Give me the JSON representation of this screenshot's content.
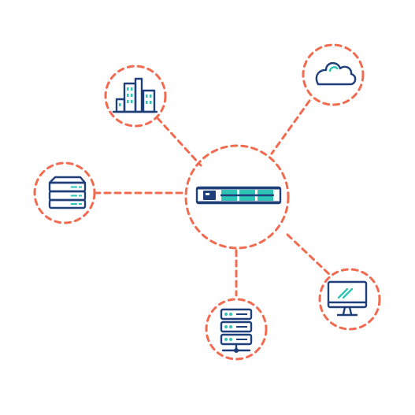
{
  "diagram": {
    "colors": {
      "connector": "#f26a4f",
      "icon_outline": "#1e3f7a",
      "icon_accent": "#2ec4b6",
      "background": "#ffffff"
    },
    "hub": {
      "icon": "rack-server-appliance-icon"
    },
    "nodes": [
      {
        "id": "office",
        "icon": "office-buildings-icon"
      },
      {
        "id": "cloud",
        "icon": "cloud-icon"
      },
      {
        "id": "storage",
        "icon": "storage-stack-icon"
      },
      {
        "id": "monitor",
        "icon": "desktop-monitor-icon"
      },
      {
        "id": "server",
        "icon": "network-server-icon"
      }
    ]
  }
}
